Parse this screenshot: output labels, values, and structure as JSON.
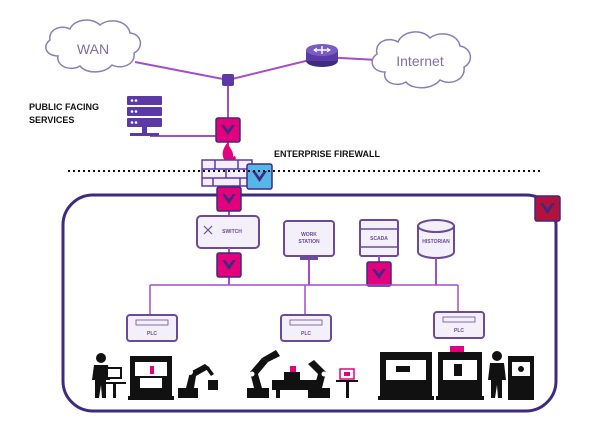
{
  "labels": {
    "wan": "WAN",
    "internet": "Internet",
    "public_facing_line1": "PUBLIC FACING",
    "public_facing_line2": "SERVICES",
    "enterprise_firewall": "ENTERPRISE FIREWALL",
    "switch": "SWITCH",
    "workstation_line1": "WORK",
    "workstation_line2": "STATION",
    "scada": "SCADA",
    "historian": "HISTORIAN",
    "plc_left": "PLC",
    "plc_middle": "PLC",
    "plc_right": "PLC"
  },
  "colors": {
    "link": "#a24ec8",
    "zone_border": "#3e2b7f",
    "node_purple": "#5b3aa6",
    "magenta": "#e4007c",
    "blue": "#55b6e8",
    "red": "#b3123c",
    "device_stroke": "#6a4a9a",
    "device_fill": "#f4f0fa"
  },
  "icons": {
    "cloud": "cloud-icon",
    "router": "router-icon",
    "server": "server-rack-icon",
    "firewall": "brick-firewall-icon",
    "chevron": "chevron-down-icon",
    "robot_arm": "robot-arm-icon",
    "worker": "worker-icon",
    "machine": "machine-icon"
  }
}
